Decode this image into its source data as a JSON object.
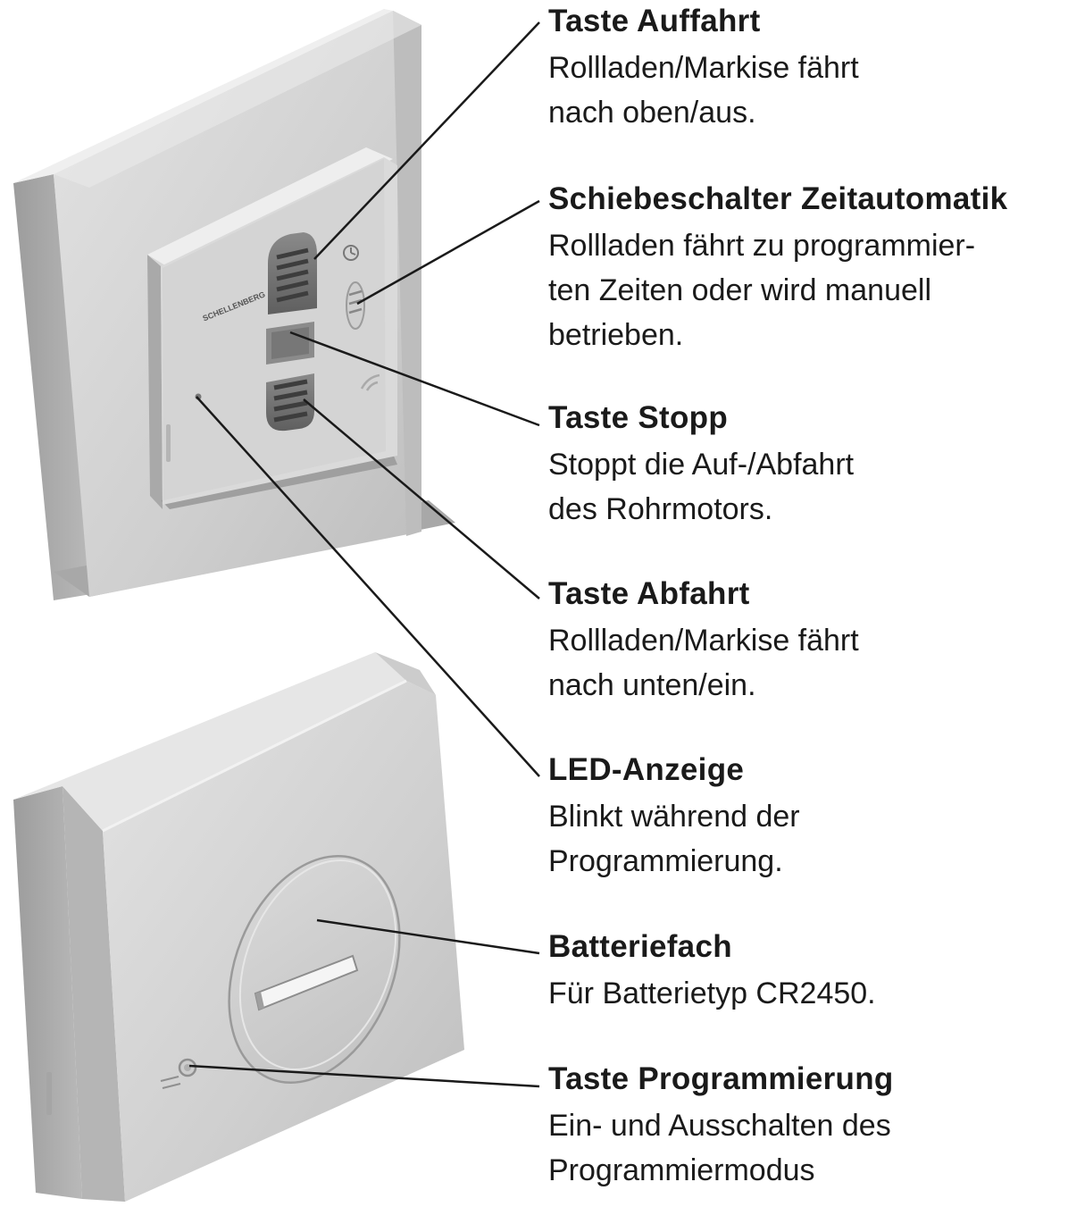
{
  "device": {
    "brand": "SCHELLENBERG"
  },
  "labels": [
    {
      "id": "taste-auffahrt",
      "title": "Taste Auffahrt",
      "lines": [
        "Rollladen/Markise fährt",
        "nach oben/aus."
      ]
    },
    {
      "id": "schiebeschalter-zeitautomatik",
      "title": "Schiebeschalter Zeitautomatik",
      "lines": [
        "Rollladen fährt zu programmier-",
        "ten Zeiten oder wird manuell",
        "betrieben."
      ]
    },
    {
      "id": "taste-stopp",
      "title": "Taste Stopp",
      "lines": [
        "Stoppt die Auf-/Abfahrt",
        "des Rohrmotors."
      ]
    },
    {
      "id": "taste-abfahrt",
      "title": "Taste Abfahrt",
      "lines": [
        "Rollladen/Markise fährt",
        "nach unten/ein."
      ]
    },
    {
      "id": "led-anzeige",
      "title": "LED-Anzeige",
      "lines": [
        "Blinkt während der",
        "Programmierung."
      ]
    },
    {
      "id": "batteriefach",
      "title": "Batteriefach",
      "lines": [
        "Für Batterietyp CR2450."
      ]
    },
    {
      "id": "taste-programmierung",
      "title": "Taste Programmierung",
      "lines": [
        "Ein- und Ausschalten des",
        "Programmiermodus"
      ]
    }
  ]
}
